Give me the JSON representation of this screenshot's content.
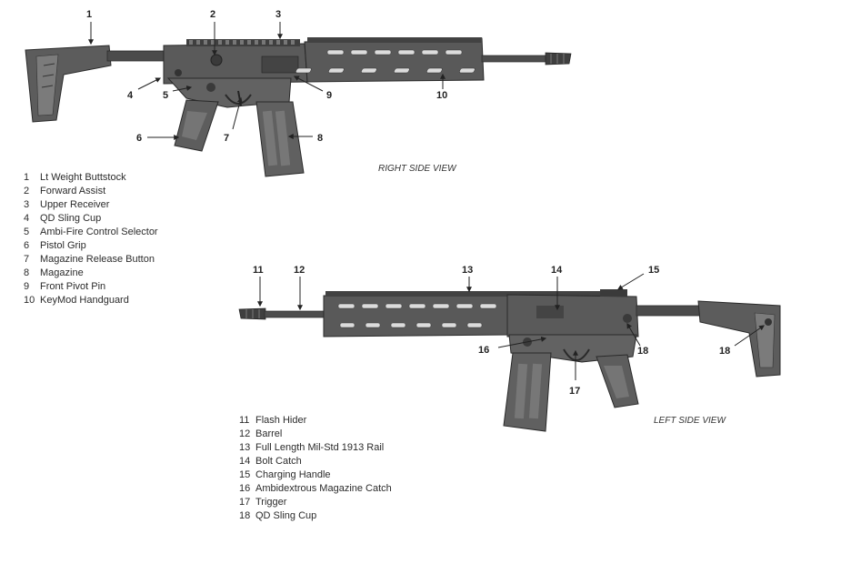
{
  "right_view": {
    "title": "RIGHT SIDE VIEW",
    "callouts": [
      "1",
      "2",
      "3",
      "4",
      "5",
      "6",
      "7",
      "8",
      "9",
      "10"
    ],
    "legend": [
      {
        "num": "1",
        "text": "Lt Weight Buttstock"
      },
      {
        "num": "2",
        "text": "Forward Assist"
      },
      {
        "num": "3",
        "text": "Upper Receiver"
      },
      {
        "num": "4",
        "text": "QD Sling Cup"
      },
      {
        "num": "5",
        "text": "Ambi-Fire Control Selector"
      },
      {
        "num": "6",
        "text": "Pistol Grip"
      },
      {
        "num": "7",
        "text": "Magazine Release Button"
      },
      {
        "num": "8",
        "text": "Magazine"
      },
      {
        "num": "9",
        "text": "Front Pivot Pin"
      },
      {
        "num": "10",
        "text": "KeyMod Handguard"
      }
    ]
  },
  "left_view": {
    "title": "LEFT SIDE VIEW",
    "callouts": [
      "11",
      "12",
      "13",
      "14",
      "15",
      "16",
      "17",
      "18",
      "18"
    ],
    "legend": [
      {
        "num": "11",
        "text": "Flash Hider"
      },
      {
        "num": "12",
        "text": "Barrel"
      },
      {
        "num": "13",
        "text": "Full Length Mil-Std 1913 Rail"
      },
      {
        "num": "14",
        "text": "Bolt Catch"
      },
      {
        "num": "15",
        "text": "Charging Handle"
      },
      {
        "num": "16",
        "text": "Ambidextrous Magazine Catch"
      },
      {
        "num": "17",
        "text": "Trigger"
      },
      {
        "num": "18",
        "text": "QD Sling Cup"
      }
    ]
  },
  "colors": {
    "body": "#6a6a6a",
    "dark": "#3d3d3d",
    "light": "#8a8a8a",
    "line": "#222222"
  }
}
